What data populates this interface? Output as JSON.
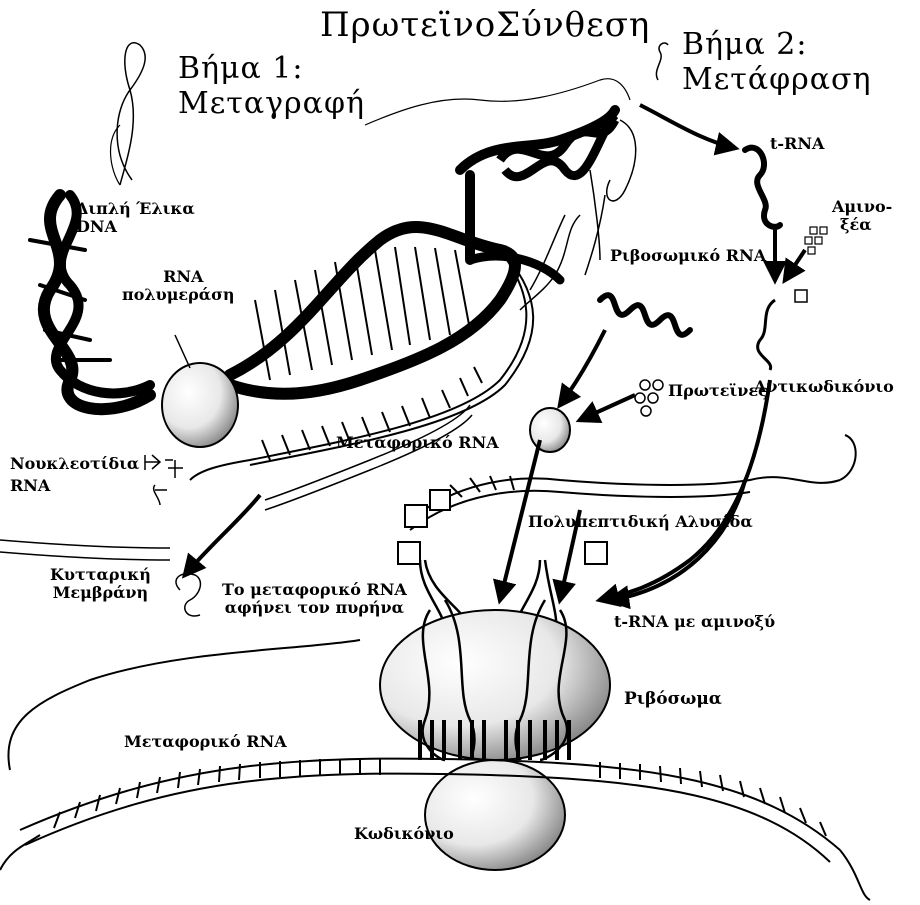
{
  "title": "ΠρωτεϊνοΣύνθεση",
  "steps": {
    "step1_line1": "Βήμα 1:",
    "step1_line2": "Μεταγραφή",
    "step2_line1": "Βήμα 2:",
    "step2_line2": "Μετάφραση"
  },
  "labels": {
    "trna": "t-RNA",
    "aminoacids_line1": "Αμινο-",
    "aminoacids_line2": "ξέα",
    "double_helix_line1": "Διπλή Έλικα",
    "double_helix_line2": "DNA",
    "rna_polymerase_line1": "RNA",
    "rna_polymerase_line2": "πολυμεράση",
    "ribosomal_rna": "Ριβοσωμικό RNA",
    "proteins": "Πρωτεϊνες",
    "anticodon": "Αντικωδικόνιο",
    "nucleotides_line1": "Νουκλεοτίδια",
    "nucleotides_line2": "RNA",
    "messenger_rna_top": "Μεταφορικό RNA",
    "polypeptide_chain": "Πολυπεπτιδική Αλυσίδα",
    "cell_membrane_line1": "Κυτταρική",
    "cell_membrane_line2": "Μεμβράνη",
    "mrna_leaves_line1": "Το μεταφορικό RNA",
    "mrna_leaves_line2": "αφήνει τον πυρήνα",
    "trna_with_aa": "t-RNA με αμινοξύ",
    "ribosome": "Ριβόσωμα",
    "messenger_rna_bottom": "Μεταφορικό RNA",
    "codon": "Κωδικόνιο"
  }
}
